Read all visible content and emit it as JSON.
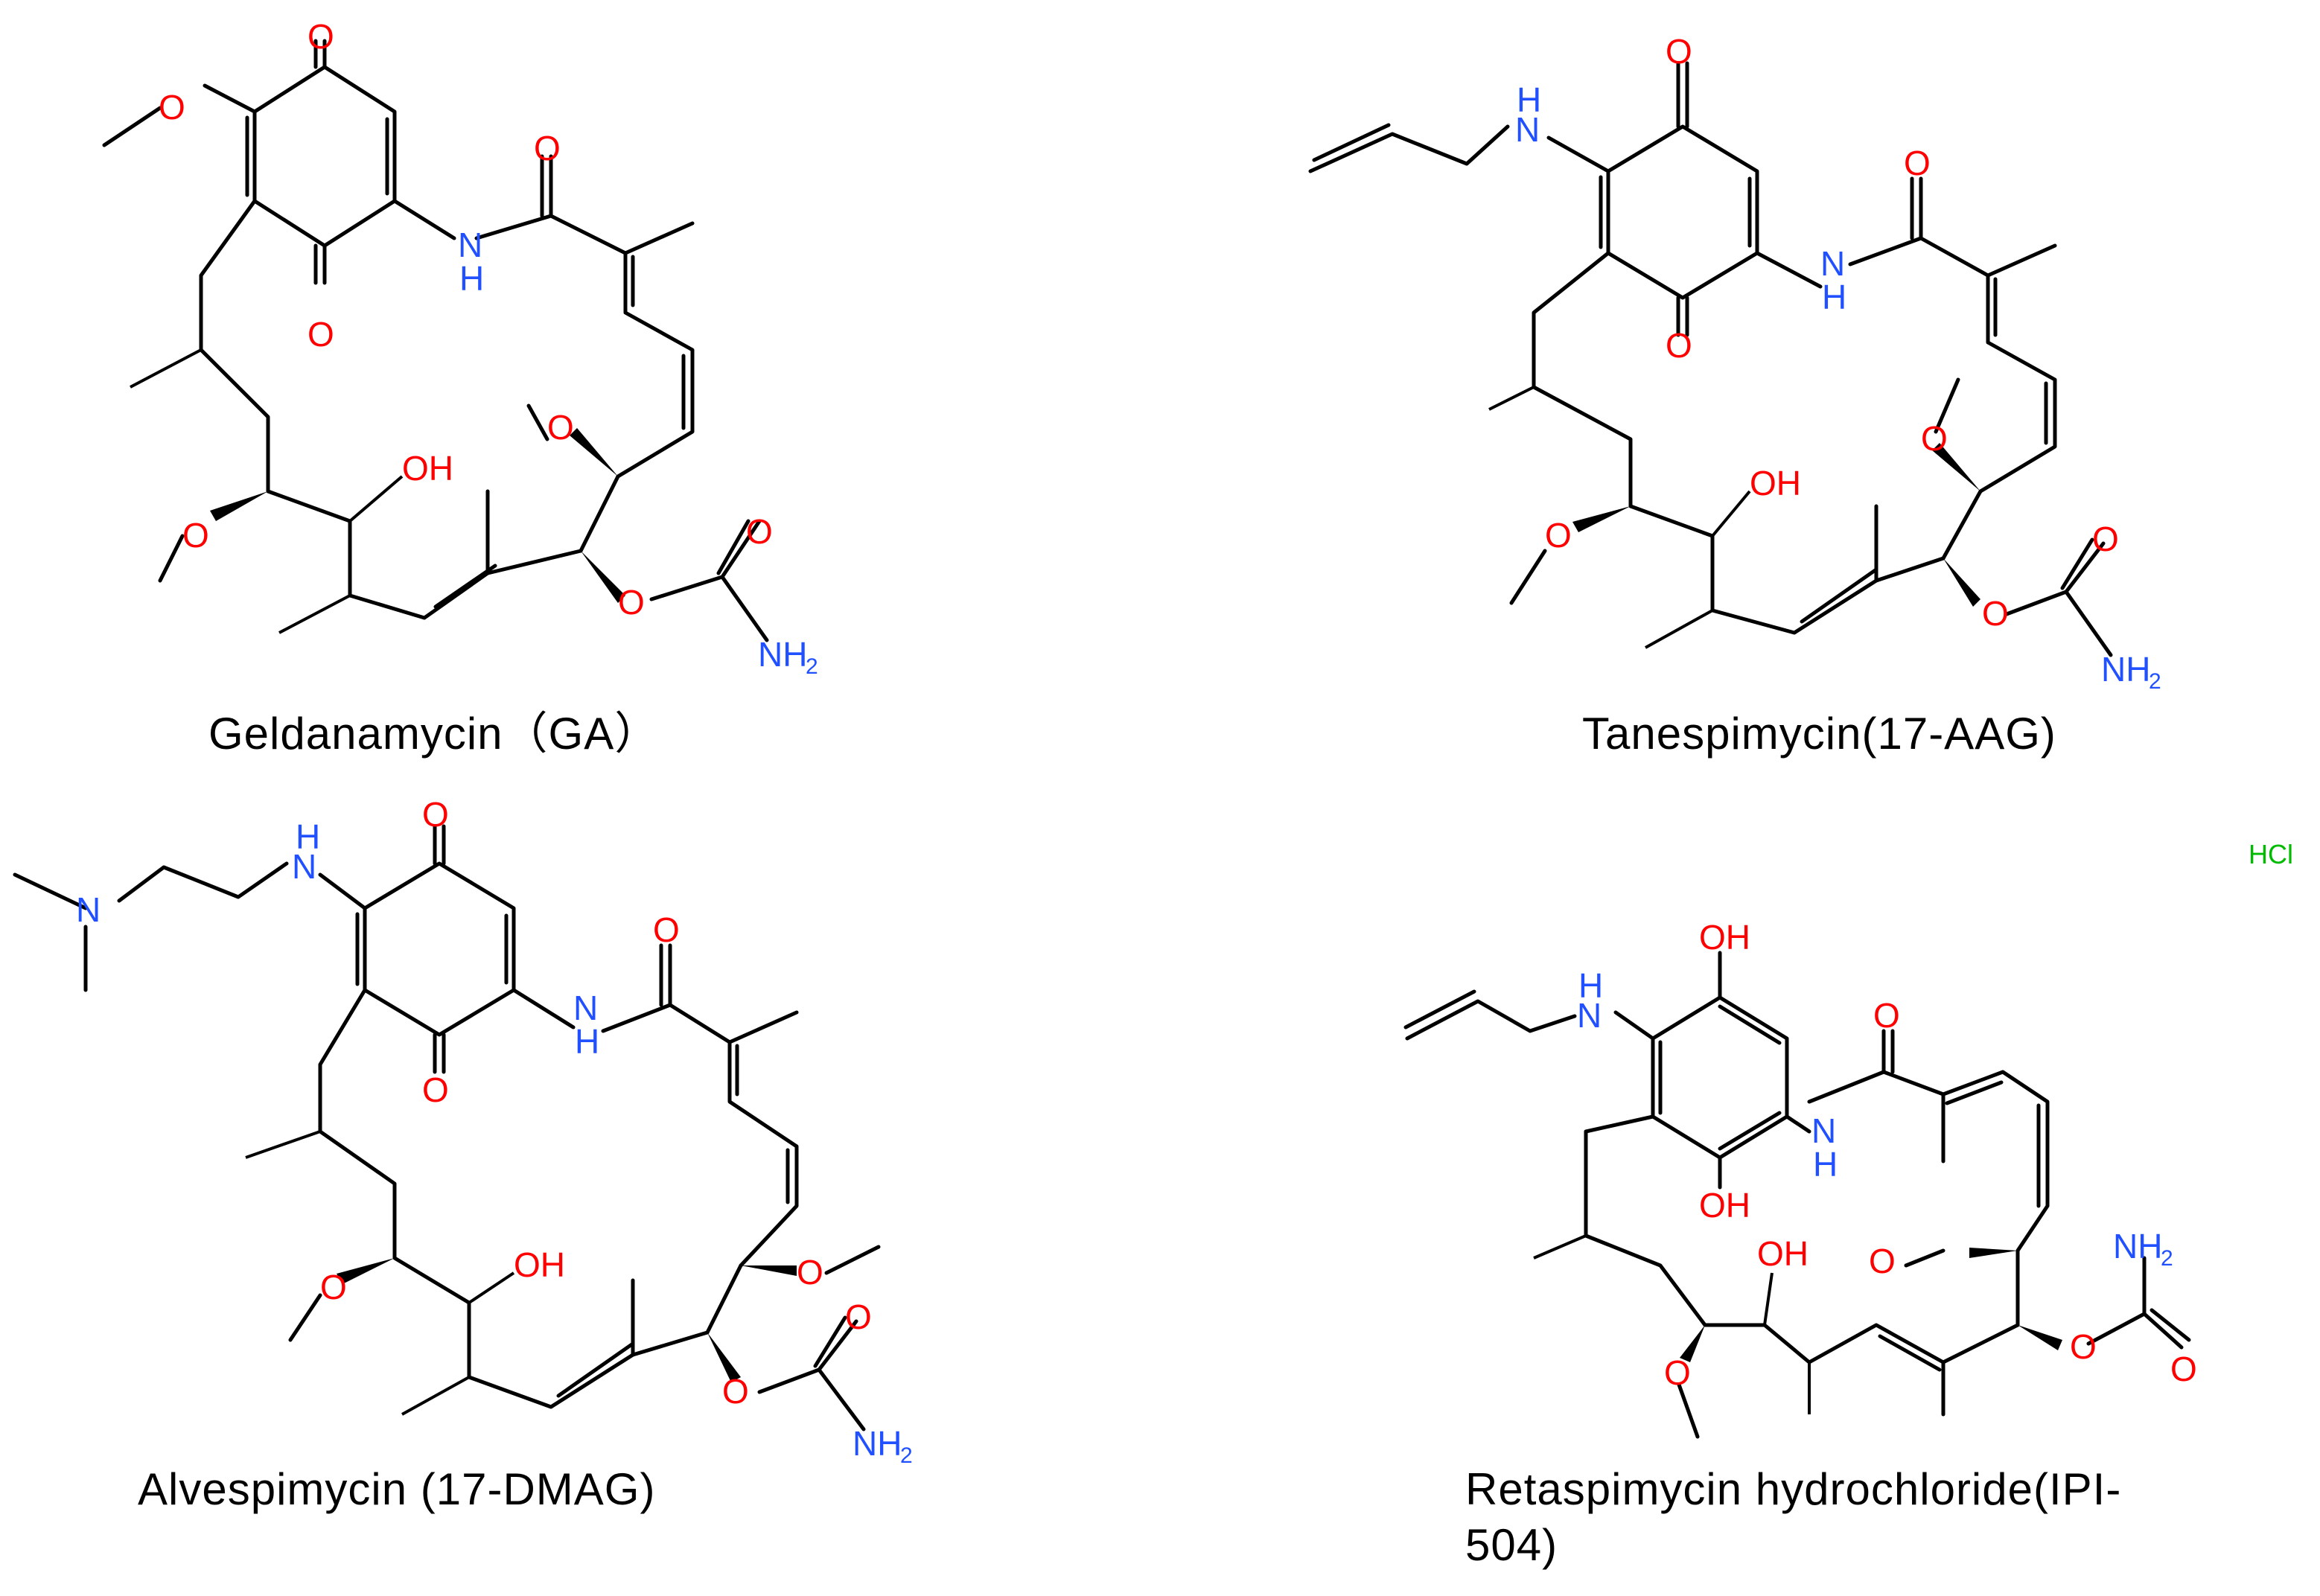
{
  "structures": [
    {
      "key": "ga",
      "caption": "Geldanamycin（GA）"
    },
    {
      "key": "aag",
      "caption": "Tanespimycin(17-AAG)"
    },
    {
      "key": "dmag",
      "caption": "Alvespimycin (17-DMAG)"
    },
    {
      "key": "ipi",
      "caption_line1": "Retaspimycin hydrochloride(IPI-",
      "caption_line2": "504)",
      "salt": "HCl"
    }
  ],
  "atoms": {
    "O": "O",
    "N": "N",
    "H": "H",
    "OH": "OH",
    "NH2_main": "NH",
    "sub2": "2"
  },
  "colors": {
    "oxygen": "#ff0000",
    "nitrogen": "#2050ff",
    "salt": "#00bb00",
    "bond": "#000000"
  }
}
